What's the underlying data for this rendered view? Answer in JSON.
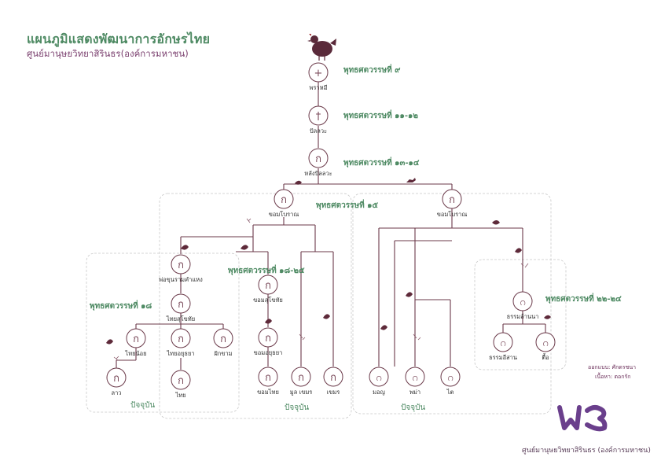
{
  "header": {
    "title": "แผนภูมิแสดงพัฒนาการอักษรไทย",
    "subtitle": "ศูนย์มานุษยวิทยาสิรินธร(องค์การมหาชน)"
  },
  "colors": {
    "title": "#4e8a63",
    "era_label": "#4e8a63",
    "subtitle": "#7a3f6e",
    "line": "#6b3a4a",
    "logo": "#6a3f8c"
  },
  "nodes": [
    {
      "id": "brahmi",
      "label": "พราหมี",
      "glyph": "+"
    },
    {
      "id": "pallava",
      "label": "ปัลลวะ",
      "glyph": "†"
    },
    {
      "id": "post-pallava",
      "label": "หลังปัลลวะ",
      "glyph": "ก"
    },
    {
      "id": "old-khom-1",
      "label": "ขอมโบราณ",
      "glyph": "ก"
    },
    {
      "id": "old-khom-2",
      "label": "ขอมโบราณ",
      "glyph": "ก"
    },
    {
      "id": "ramkhamhaeng",
      "label": "พ่อขุนรามคำแหง",
      "glyph": "ก"
    },
    {
      "id": "thai-sukhothai",
      "label": "ไทยสุโขทัย",
      "glyph": "ก"
    },
    {
      "id": "thai-noi",
      "label": "ไทยน้อย",
      "glyph": "ก"
    },
    {
      "id": "thai-ayutthaya",
      "label": "ไทยอยุธยา",
      "glyph": "ก"
    },
    {
      "id": "fak-kham",
      "label": "ฝักขาม",
      "glyph": "ก"
    },
    {
      "id": "lao",
      "label": "ลาว",
      "glyph": "ก"
    },
    {
      "id": "thai",
      "label": "ไทย",
      "glyph": "ก"
    },
    {
      "id": "khom-sukhothai",
      "label": "ขอมสุโขทัย",
      "glyph": "ก"
    },
    {
      "id": "khom-ayutthaya",
      "label": "ขอมอยุธยา",
      "glyph": "ก"
    },
    {
      "id": "khom-thai",
      "label": "ขอมไทย",
      "glyph": "ก"
    },
    {
      "id": "mul-khmer",
      "label": "มูล เขมร",
      "glyph": "ก"
    },
    {
      "id": "khmer",
      "label": "เขมร",
      "glyph": "ก"
    },
    {
      "id": "mon",
      "label": "มอญ",
      "glyph": "ဂ"
    },
    {
      "id": "burmese",
      "label": "พม่า",
      "glyph": "ဂ"
    },
    {
      "id": "tai",
      "label": "ไต",
      "glyph": "ဂ"
    },
    {
      "id": "dhamma-lanna",
      "label": "ธรรมล้านนา",
      "glyph": "ဂ"
    },
    {
      "id": "dhamma-isan",
      "label": "ธรรมอีสาน",
      "glyph": "ဂ"
    },
    {
      "id": "tue",
      "label": "ตื้อ",
      "glyph": "ဂ"
    }
  ],
  "eras": [
    {
      "id": "era-9",
      "label": "พุทธศตวรรษที่ ๙"
    },
    {
      "id": "era-11-12",
      "label": "พุทธศตวรรษที่ ๑๑-๑๒"
    },
    {
      "id": "era-13-14",
      "label": "พุทธศตวรรษที่ ๑๓-๑๔"
    },
    {
      "id": "era-15",
      "label": "พุทธศตวรรษที่ ๑๕"
    },
    {
      "id": "era-18-25",
      "label": "พุทธศตวรรษที่ ๑๘-๒๕"
    },
    {
      "id": "era-18",
      "label": "พุทธศตวรรษที่ ๑๘"
    },
    {
      "id": "era-22-24",
      "label": "พุทธศตวรรษที่ ๒๒-๒๔"
    }
  ],
  "present_labels": [
    "ปัจจุบัน",
    "ปัจจุบัน",
    "ปัจจุบัน"
  ],
  "credits": {
    "design": "ออกแบบ: ศักดรชนา",
    "content": "เนื้อหา: ตอกรัก"
  },
  "footer": {
    "organization": "ศูนย์มานุษยวิทยาสิรินธร (องค์การมหาชน)"
  }
}
